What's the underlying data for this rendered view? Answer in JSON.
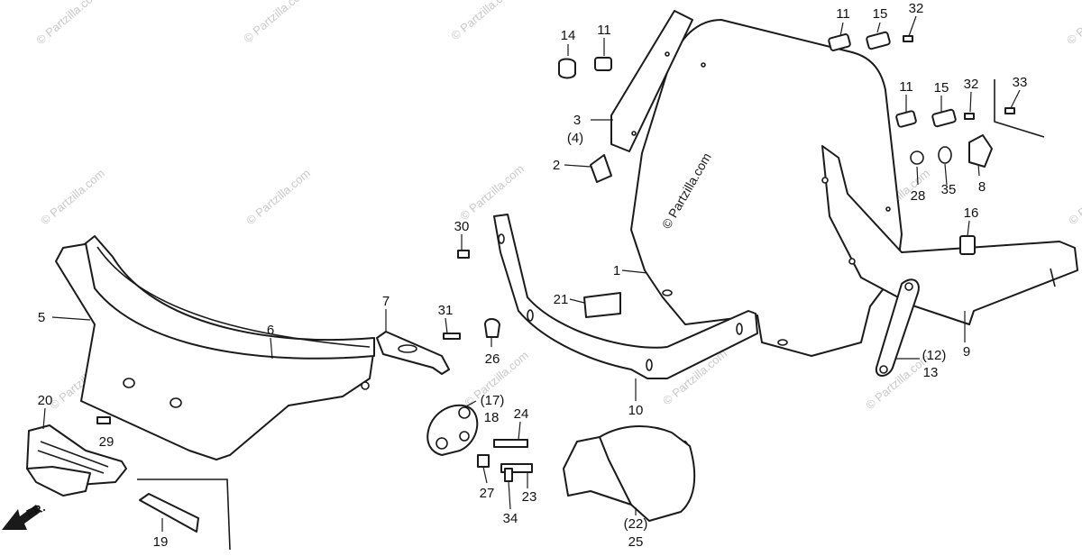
{
  "watermark": {
    "text": "© Partzilla.com",
    "color": "#c9c9c9"
  },
  "direction_label": "FR.",
  "callouts": [
    {
      "key": "c14",
      "text": "14"
    },
    {
      "key": "c11a",
      "text": "11"
    },
    {
      "key": "c11b",
      "text": "11"
    },
    {
      "key": "c15a",
      "text": "15"
    },
    {
      "key": "c32a",
      "text": "32"
    },
    {
      "key": "c11c",
      "text": "11"
    },
    {
      "key": "c15b",
      "text": "15"
    },
    {
      "key": "c32b",
      "text": "32"
    },
    {
      "key": "c33",
      "text": "33"
    },
    {
      "key": "c3",
      "text": "3"
    },
    {
      "key": "c4",
      "text": "(4)"
    },
    {
      "key": "c2",
      "text": "2"
    },
    {
      "key": "c28",
      "text": "28"
    },
    {
      "key": "c35",
      "text": "35"
    },
    {
      "key": "c8",
      "text": "8"
    },
    {
      "key": "c16",
      "text": "16"
    },
    {
      "key": "c30",
      "text": "30"
    },
    {
      "key": "c1",
      "text": "1"
    },
    {
      "key": "c5",
      "text": "5"
    },
    {
      "key": "c6",
      "text": "6"
    },
    {
      "key": "c7",
      "text": "7"
    },
    {
      "key": "c31",
      "text": "31"
    },
    {
      "key": "c26",
      "text": "26"
    },
    {
      "key": "c21",
      "text": "21"
    },
    {
      "key": "c12",
      "text": "(12)"
    },
    {
      "key": "c13",
      "text": "13"
    },
    {
      "key": "c9",
      "text": "9"
    },
    {
      "key": "c10",
      "text": "10"
    },
    {
      "key": "c17",
      "text": "(17)"
    },
    {
      "key": "c18",
      "text": "18"
    },
    {
      "key": "c24",
      "text": "24"
    },
    {
      "key": "c20",
      "text": "20"
    },
    {
      "key": "c29",
      "text": "29"
    },
    {
      "key": "c27",
      "text": "27"
    },
    {
      "key": "c23",
      "text": "23"
    },
    {
      "key": "c34",
      "text": "34"
    },
    {
      "key": "c22",
      "text": "(22)"
    },
    {
      "key": "c25",
      "text": "25"
    },
    {
      "key": "c19",
      "text": "19"
    }
  ]
}
